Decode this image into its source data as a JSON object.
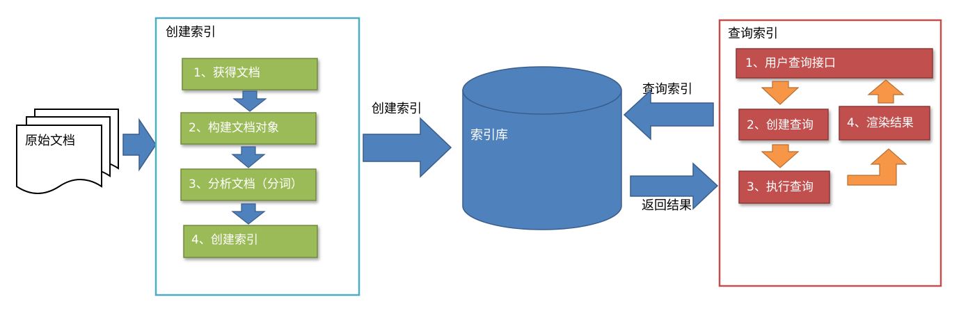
{
  "source_doc": {
    "label": "原始文档"
  },
  "create_panel": {
    "title": "创建索引",
    "steps": [
      "1、获得文档",
      "2、构建文档对象",
      "3、分析文档（分词）",
      "4、创建索引"
    ]
  },
  "create_arrow_label": "创建索引",
  "index_db": {
    "label": "索引库"
  },
  "query_arrow_label": "查询索引",
  "return_arrow_label": "返回结果",
  "query_panel": {
    "title": "查询索引",
    "steps": [
      "1、用户查询接口",
      "2、创建查询",
      "3、执行查询",
      "4、渲染结果"
    ]
  },
  "colors": {
    "blue_arrow": "#4F81BD",
    "blue_arrow_stroke": "#385D8A",
    "green_box": "#9BBB59",
    "green_box_stroke": "#71893F",
    "red_box": "#C0504D",
    "red_box_stroke": "#8C3836",
    "orange_arrow": "#F79646",
    "orange_arrow_stroke": "#B66D31",
    "create_panel_border": "#4BACC6",
    "query_panel_border": "#C0504D",
    "cylinder": "#4F81BD"
  }
}
